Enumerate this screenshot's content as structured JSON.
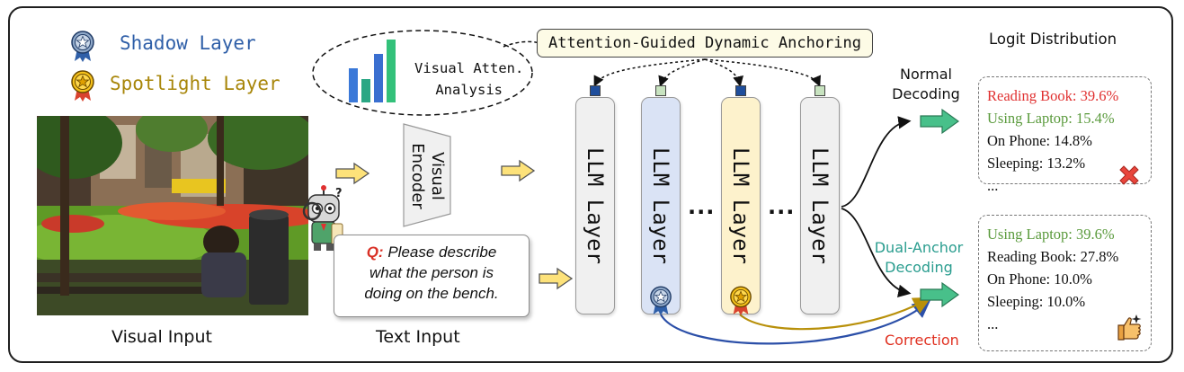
{
  "legend": {
    "shadow_label": "Shadow Layer",
    "spotlight_label": "Spotlight Layer",
    "shadow_color": "#2f5fa8",
    "spotlight_color": "#a8860a"
  },
  "analysis": {
    "label_line1": "Visual Atten.",
    "label_line2": "Analysis"
  },
  "title": "Attention-Guided Dynamic Anchoring",
  "captions": {
    "visual_input": "Visual Input",
    "text_input": "Text Input"
  },
  "encoder": {
    "line1": "Visual",
    "line2": "Encoder"
  },
  "prompt": {
    "q_label": "Q:",
    "line1": "Please describe",
    "line2": "what the person is",
    "line3": "doing on the bench."
  },
  "layers": [
    {
      "label": "LLM Layer",
      "fill": "#f0f0f0",
      "cap": "#1f4e9c"
    },
    {
      "label": "LLM Layer",
      "fill": "#dae3f5",
      "cap": "#c8e3c0"
    },
    {
      "label": "LLM Layer",
      "fill": "#fdf2cc",
      "cap": "#1f4e9c"
    },
    {
      "label": "LLM Layer",
      "fill": "#f0f0f0",
      "cap": "#c8e3c0"
    }
  ],
  "ellipsis": "···",
  "decoding": {
    "normal_line1": "Normal",
    "normal_line2": "Decoding",
    "dual_line1": "Dual-Anchor",
    "dual_line2": "Decoding",
    "dual_color": "#2a9d8f",
    "correction": "Correction",
    "correction_color": "#e03020"
  },
  "logit_title": "Logit Distribution",
  "logit_normal": [
    {
      "text": "Reading Book: 39.6%",
      "color": "#e03030"
    },
    {
      "text": "Using Laptop: 15.4%",
      "color": "#5a9a3c"
    },
    {
      "text": "On Phone: 14.8%",
      "color": "#111111"
    },
    {
      "text": "Sleeping: 13.2%",
      "color": "#111111"
    },
    {
      "text": "...",
      "color": "#111111"
    }
  ],
  "logit_dual": [
    {
      "text": "Using Laptop: 39.6%",
      "color": "#5a9a3c"
    },
    {
      "text": "Reading Book: 27.8%",
      "color": "#111111"
    },
    {
      "text": "On Phone: 10.0%",
      "color": "#111111"
    },
    {
      "text": "Sleeping: 10.0%",
      "color": "#111111"
    },
    {
      "text": "...",
      "color": "#111111"
    }
  ]
}
